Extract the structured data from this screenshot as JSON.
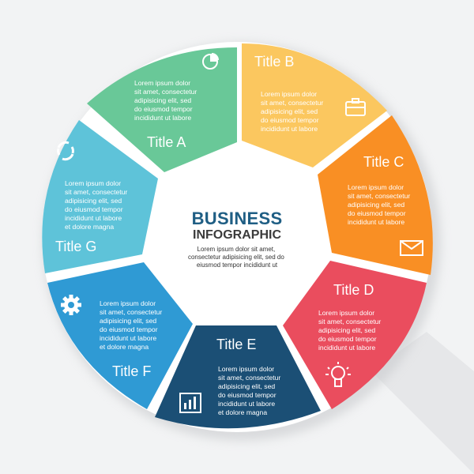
{
  "center": {
    "title": "BUSINESS",
    "subtitle": "INFOGRAPHIC",
    "text_lines": [
      "Lorem ipsum dolor sit amet,",
      "consectetur adipisicing elit, sed do",
      "eiusmod tempor incididunt ut"
    ]
  },
  "segments": [
    {
      "id": "a",
      "title": "Title A",
      "color": "#69c898",
      "icon": "pie-chart-icon",
      "text_lines": [
        "Lorem ipsum dolor",
        "sit amet, consectetur",
        "adipisicing elit, sed",
        "do eiusmod tempor",
        "incididunt ut labore"
      ]
    },
    {
      "id": "b",
      "title": "Title B",
      "color": "#fbc75f",
      "icon": "briefcase-icon",
      "text_lines": [
        "Lorem ipsum dolor",
        "sit amet, consectetur",
        "adipisicing elit, sed",
        "do eiusmod tempor",
        "incididunt ut labore"
      ]
    },
    {
      "id": "c",
      "title": "Title C",
      "color": "#f98f24",
      "icon": "envelope-icon",
      "text_lines": [
        "Lorem ipsum dolor",
        "sit amet, consectetur",
        "adipisicing elit, sed",
        "do eiusmod tempor",
        "incididunt ut labore"
      ]
    },
    {
      "id": "d",
      "title": "Title D",
      "color": "#ea4d5e",
      "icon": "lightbulb-icon",
      "text_lines": [
        "Lorem ipsum dolor",
        "sit amet, consectetur",
        "adipisicing elit, sed",
        "do eiusmod tempor",
        "incididunt ut labore"
      ]
    },
    {
      "id": "e",
      "title": "Title E",
      "color": "#1b4f75",
      "icon": "bar-chart-icon",
      "text_lines": [
        "Lorem ipsum dolor",
        "sit amet, consectetur",
        "adipisicing elit, sed",
        "do eiusmod tempor",
        "incididunt ut labore",
        "et dolore magna"
      ]
    },
    {
      "id": "f",
      "title": "Title F",
      "color": "#2f9ad4",
      "icon": "gear-icon",
      "text_lines": [
        "Lorem ipsum dolor",
        "sit amet, consectetur",
        "adipisicing elit, sed",
        "do eiusmod tempor",
        "incididunt ut labore",
        "et dolore magna"
      ]
    },
    {
      "id": "g",
      "title": "Title G",
      "color": "#5ec3d9",
      "icon": "cycle-arrows-icon",
      "text_lines": [
        "Lorem ipsum dolor",
        "sit amet, consectetur",
        "adipisicing elit, sed",
        "do eiusmod tempor",
        "incididunt ut labore",
        "et dolore magna"
      ]
    }
  ]
}
